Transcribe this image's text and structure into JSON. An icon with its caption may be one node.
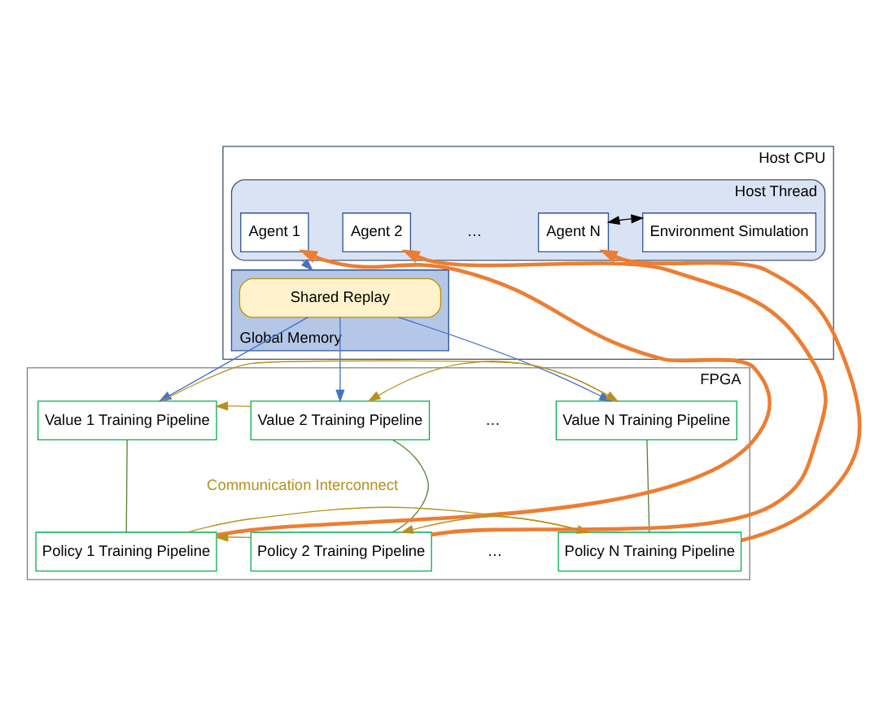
{
  "diagram": {
    "nodes": [
      {
        "text": [
          "Host CPU"
        ]
      },
      {
        "text": [
          "Host Thread"
        ],
        "in": 0
      },
      {
        "text": [
          "Agent 1"
        ],
        "in": 1
      },
      {
        "text": [
          "Agent 2"
        ],
        "in": 1
      },
      {
        "text": [
          "Agent N"
        ],
        "in": 1
      },
      {
        "text": [
          "Environment Simulation"
        ],
        "in": 1
      },
      {
        "text": [
          "Global Memory"
        ],
        "in": 0
      },
      {
        "text": [
          "Shared Replay"
        ],
        "in": 6
      },
      {
        "text": [
          "FPGA"
        ]
      },
      {
        "text": [
          "Value 1 Training Pipeline"
        ],
        "in": 8
      },
      {
        "text": [
          "Value 2 Training Pipeline"
        ],
        "in": 8
      },
      {
        "text": [
          "Value N Training Pipeline"
        ],
        "in": 8
      },
      {
        "text": [
          "Policy 1 Training Pipeline"
        ],
        "in": 8
      },
      {
        "text": [
          "Policy 2 Training Pipeline"
        ],
        "in": 8
      },
      {
        "text": [
          "Policy N Training Pipeline"
        ],
        "in": 8
      }
    ],
    "edges": [
      {
        "from": 4,
        "to": 5,
        "arrow": "both",
        "color": "#000000"
      },
      {
        "from": 1,
        "to": 6,
        "arrow": "to",
        "color": "#4472c4"
      },
      {
        "from": 7,
        "to": 9,
        "arrow": "to",
        "color": "#4472c4"
      },
      {
        "from": 7,
        "to": 10,
        "arrow": "to",
        "color": "#4472c4"
      },
      {
        "from": 7,
        "to": 11,
        "arrow": "to",
        "color": "#4472c4"
      },
      {
        "from": 11,
        "to": 10,
        "arrow": "to"
      },
      {
        "from": 10,
        "to": 9,
        "arrow": "to"
      },
      {
        "from": 9,
        "to": 11,
        "arrow": "to"
      },
      {
        "from": 9,
        "to": 12,
        "arrow": "none",
        "color": "#548235"
      },
      {
        "from": 10,
        "to": 13,
        "arrow": "none",
        "color": "#548235"
      },
      {
        "from": 11,
        "to": 14,
        "arrow": "none",
        "color": "#548235"
      },
      {
        "from": 14,
        "to": 13,
        "arrow": "to"
      },
      {
        "from": 13,
        "to": 12,
        "arrow": "to"
      },
      {
        "from": 12,
        "to": 14,
        "arrow": "to"
      },
      {
        "from": 12,
        "to": 2,
        "arrow": "to",
        "color": "#ed7d31",
        "style": "thick"
      },
      {
        "from": 13,
        "to": 3,
        "arrow": "to",
        "color": "#ed7d31",
        "style": "thick"
      },
      {
        "from": 14,
        "to": 4,
        "arrow": "to",
        "color": "#ed7d31",
        "style": "thick"
      }
    ],
    "labels": [
      "…",
      "…",
      "Communication Interconnect",
      "…"
    ]
  }
}
